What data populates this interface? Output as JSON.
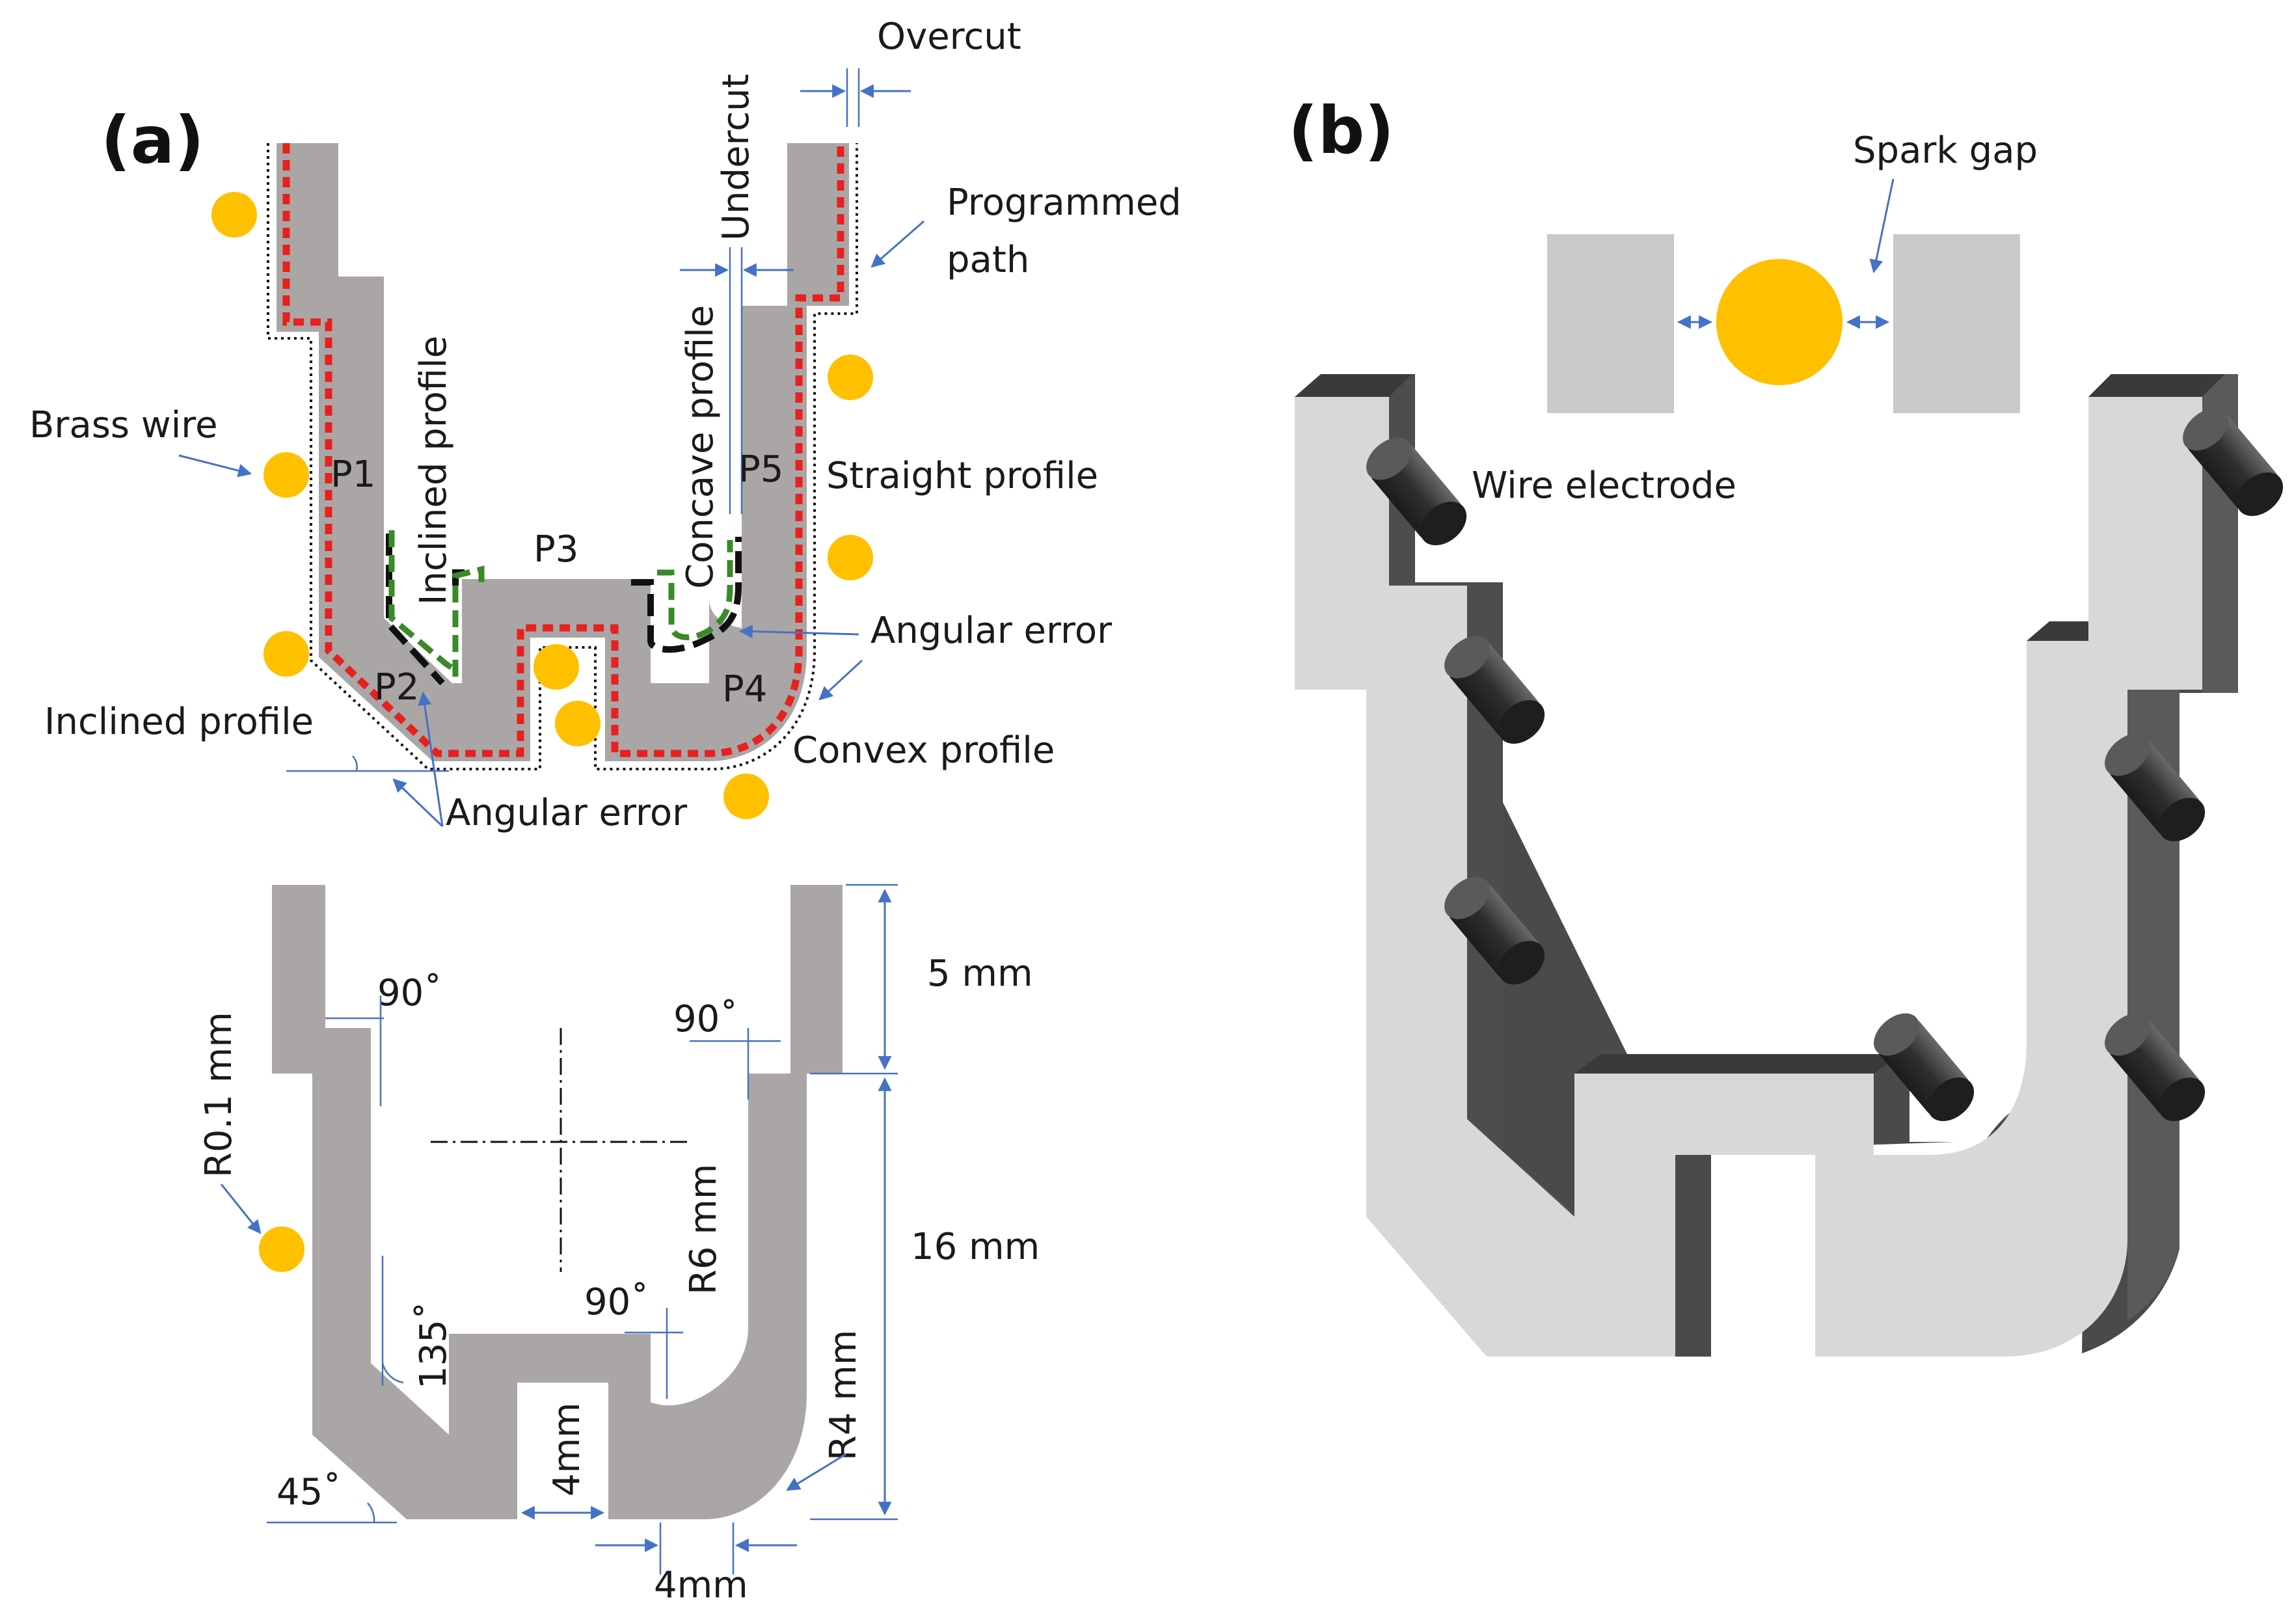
{
  "panels": {
    "a": "(a)",
    "b": "(b)"
  },
  "top_labels": {
    "overcut": "Overcut",
    "undercut": "Undercut",
    "programmed_path_1": "Programmed",
    "programmed_path_2": "path",
    "brass_wire": "Brass wire",
    "inclined_profile_vertical": "Inclined profile",
    "concave_profile": "Concave profile",
    "straight_profile": "Straight profile",
    "angular_error_right": "Angular error",
    "angular_error_bottom": "Angular error",
    "inclined_profile_left": "Inclined profile",
    "convex_profile": "Convex profile",
    "p1": "P1",
    "p2": "P2",
    "p3": "P3",
    "p4": "P4",
    "p5": "P5"
  },
  "dimensions": {
    "angle_90_left": "90˚",
    "angle_90_right": "90˚",
    "angle_90_center": "90˚",
    "angle_135": "135˚",
    "angle_45": "45˚",
    "radius_wire": "R0.1 mm",
    "radius_6": "R6 mm",
    "radius_4": "R4 mm",
    "height_5": "5 mm",
    "height_16": "16 mm",
    "slot_width": "4mm",
    "foot_width": "4mm"
  },
  "panel_b": {
    "spark_gap": "Spark gap",
    "wire_electrode": "Wire electrode"
  },
  "colors": {
    "part_gray": "#aaa6a6",
    "wire_yellow": "#ffc000",
    "red_path": "#e8201e",
    "green_path": "#3a8a2a",
    "dim_blue": "#4472c4",
    "block_light": "#d8d8d8",
    "block_side": "#555555",
    "block_top": "#3a3a3a",
    "electrode": "#3c3c3c"
  }
}
